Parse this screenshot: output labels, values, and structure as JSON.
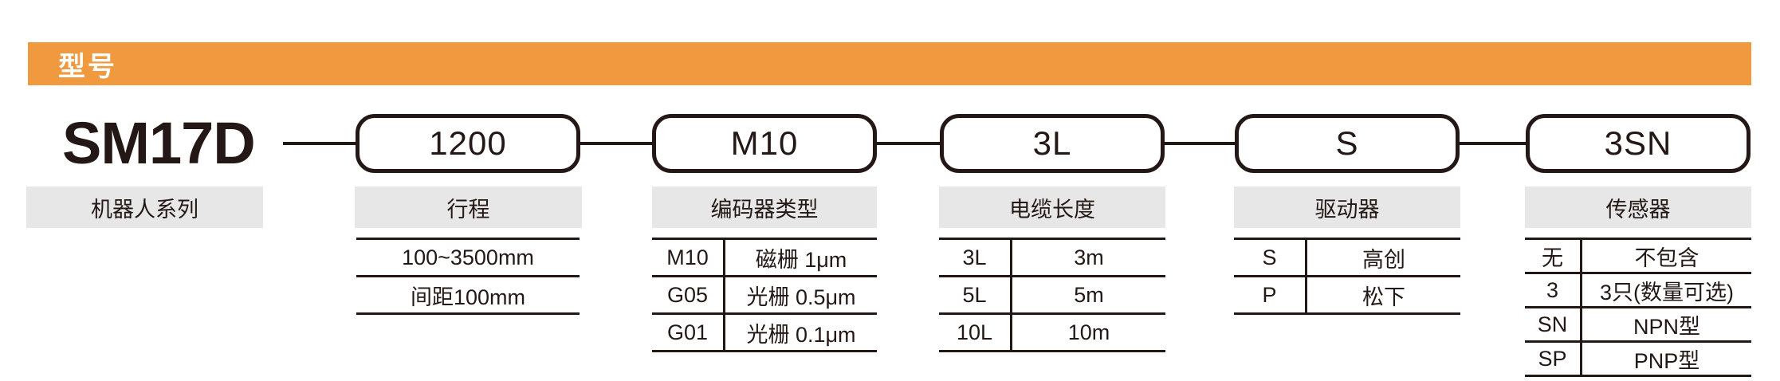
{
  "header": {
    "title": "型号"
  },
  "model": {
    "series": "SM17D",
    "boxes": [
      {
        "value": "1200"
      },
      {
        "value": "M10"
      },
      {
        "value": "3L"
      },
      {
        "value": "S"
      },
      {
        "value": "3SN"
      }
    ]
  },
  "columns": [
    {
      "label": "机器人系列",
      "rows": []
    },
    {
      "label": "行程",
      "rows": [
        {
          "desc": "100~3500mm"
        },
        {
          "desc": "间距100mm"
        }
      ]
    },
    {
      "label": "编码器类型",
      "rows": [
        {
          "code": "M10",
          "desc": "磁栅 1μm"
        },
        {
          "code": "G05",
          "desc": "光栅 0.5μm"
        },
        {
          "code": "G01",
          "desc": "光栅 0.1μm"
        }
      ]
    },
    {
      "label": "电缆长度",
      "rows": [
        {
          "code": "3L",
          "desc": "3m"
        },
        {
          "code": "5L",
          "desc": "5m"
        },
        {
          "code": "10L",
          "desc": "10m"
        }
      ]
    },
    {
      "label": "驱动器",
      "rows": [
        {
          "code": "S",
          "desc": "高创"
        },
        {
          "code": "P",
          "desc": "松下"
        }
      ]
    },
    {
      "label": "传感器",
      "rows": [
        {
          "code": "无",
          "desc": "不包含"
        },
        {
          "code": "3",
          "desc": "3只(数量可选)"
        },
        {
          "code": "SN",
          "desc": "NPN型"
        },
        {
          "code": "SP",
          "desc": "PNP型"
        }
      ]
    }
  ],
  "colors": {
    "accent": "#F0993E",
    "ink": "#231815",
    "label_bg": "#E7E7E7"
  }
}
